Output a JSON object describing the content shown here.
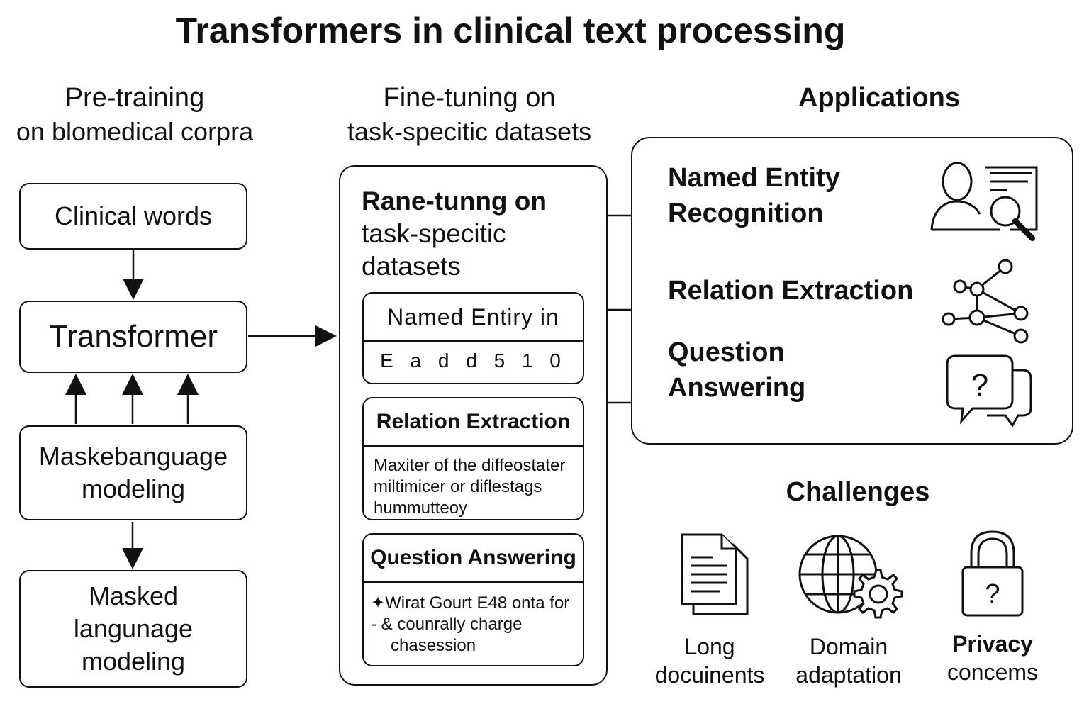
{
  "title": "Transformers in clinical text processing",
  "pretraining": {
    "heading": "Pre-training",
    "subheading": "on blomedical corpra",
    "boxes": {
      "clinical_words": "Clinical words",
      "transformer": "Transformer",
      "mlm_top": [
        "Maskebanguage",
        "modeling"
      ],
      "mlm_bottom": [
        "Masked",
        "langunage",
        "modeling"
      ]
    }
  },
  "finetuning": {
    "heading": "Fine-tuning on",
    "subheading": "task-specitic datasets",
    "panel_title": [
      "Rane-tunng on",
      "task-specitic",
      "datasets"
    ],
    "cards": [
      {
        "header": "Named Entiry in",
        "body": [
          "E a d d 5 1 0"
        ]
      },
      {
        "header": "Relation Extraction",
        "body": [
          "Maxiter of the diffeostater",
          "miltimicer or diflestags",
          "hummutteoy"
        ]
      },
      {
        "header": "Question Answering",
        "body": [
          "✦Wirat Gourt E48 onta for",
          "- & counrally charge",
          "chasession"
        ]
      }
    ]
  },
  "applications": {
    "heading": "Applications",
    "items": [
      {
        "label": [
          "Named Entity",
          "Recognition"
        ],
        "icon": "person-search-icon"
      },
      {
        "label": [
          "Relation Extraction"
        ],
        "icon": "network-graph-icon"
      },
      {
        "label": [
          "Question",
          "Answering"
        ],
        "icon": "speech-bubble-question-icon"
      }
    ]
  },
  "challenges": {
    "heading": "Challenges",
    "items": [
      {
        "label": [
          "Long",
          "docuinents"
        ],
        "icon": "document-icon"
      },
      {
        "label": [
          "Domain",
          "adaptation"
        ],
        "icon": "globe-gear-icon"
      },
      {
        "label": [
          "Privacy",
          "concems"
        ],
        "icon": "padlock-question-icon"
      }
    ]
  }
}
